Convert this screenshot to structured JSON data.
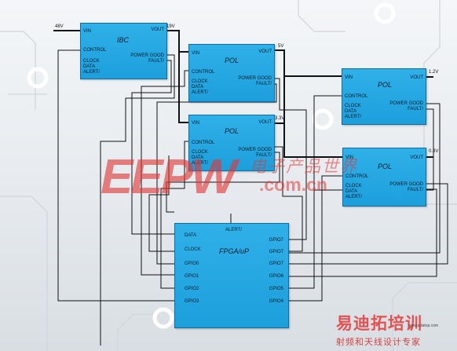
{
  "blocks": {
    "ibc": {
      "title": "IBC",
      "pins": {
        "vin": "VIN",
        "vout": "VOUT",
        "control": "CONTROL",
        "clock": "CLOCK",
        "data": "DATA",
        "alert": "ALERT/",
        "power_good": "POWER GOOD",
        "fault": "FAULT/"
      }
    },
    "pol1": {
      "title": "POL",
      "pins": {
        "vin": "VIN",
        "vout": "VOUT",
        "control": "CONTROL",
        "clock": "CLOCK",
        "data": "DATA",
        "alert": "ALERT/",
        "power_good": "POWER GOOD",
        "fault": "FAULT/"
      }
    },
    "pol2": {
      "title": "POL",
      "pins": {
        "vin": "VIN",
        "vout": "VOUT",
        "control": "CONTROL",
        "clock": "CLOCK",
        "data": "DATA",
        "alert": "ALERT/",
        "power_good": "POWER GOOD",
        "fault": "FAULT/"
      }
    },
    "pol3": {
      "title": "POL",
      "pins": {
        "vin": "VIN",
        "vout": "VOUT",
        "control": "CONTROL",
        "clock": "CLOCK",
        "data": "DATA",
        "alert": "ALERT/",
        "power_good": "POWER GOOD",
        "fault": "FAULT/"
      }
    },
    "pol4": {
      "title": "POL",
      "pins": {
        "vin": "VIN",
        "vout": "VOUT",
        "control": "CONTROL",
        "clock": "CLOCK",
        "data": "DATA",
        "alert": "ALERT/",
        "power_good": "POWER GOOD",
        "fault": "FAULT/"
      }
    },
    "fpga": {
      "title": "FPGA/uP",
      "alert": "ALERT/",
      "left_pins": [
        "DATA",
        "CLOCK",
        "GPIO0",
        "GPIO1",
        "GPIO2",
        "GPIO3"
      ],
      "right_pins": [
        "GPIO7",
        "GPIO7",
        "GPIO7",
        "GPIO6",
        "GPIO5",
        "GPIO4"
      ]
    }
  },
  "nets": {
    "input": "48V",
    "bus": "19V",
    "rail_5v": "5V",
    "rail_3v3": "3.3V",
    "rail_1v2": "1.2V",
    "rail_0v8": "0.8V"
  },
  "watermarks": {
    "eepw": "EEPW",
    "cn_title": "电子产品世界",
    "com": ".com.cn",
    "brand2": "易迪拓培训",
    "brand2_sub": "射频和天线设计专家",
    "brand2_small": "www.edatop.com"
  },
  "colors": {
    "block_fill": "#1d9fdc",
    "block_border": "#0f6fa4",
    "wire": "#111111",
    "watermark": "#e13737"
  }
}
